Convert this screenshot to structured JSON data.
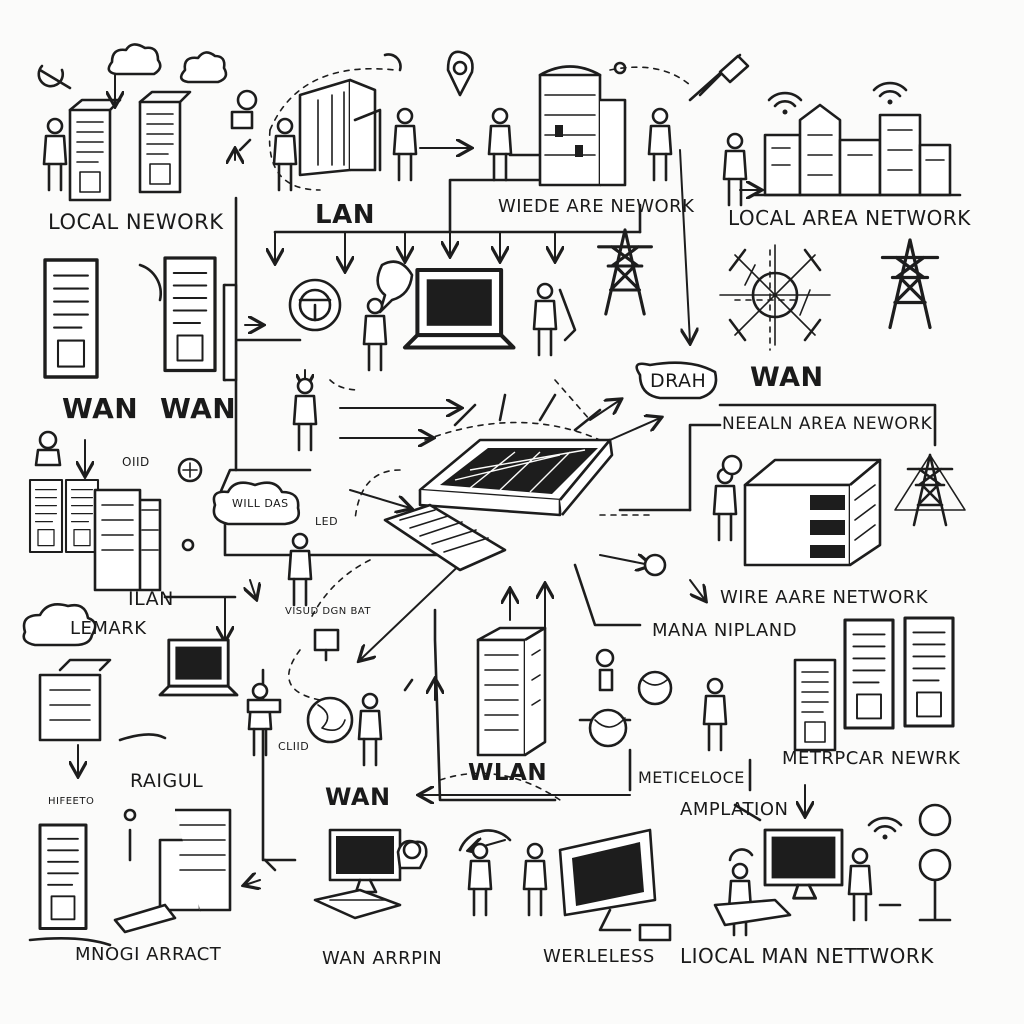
{
  "labels": {
    "local_nework": "LOCAL NEWORK",
    "lan_top": "LAN",
    "wiede_are_nework": "WIEDE ARE NEWORK",
    "local_area_network": "LOCAL AREA NETWORK",
    "wan_left_a": "WAN",
    "wan_left_b": "WAN",
    "drah": "DRAH",
    "wan_right": "WAN",
    "nealn_area_nework": "NEEALN AREA NEWORK",
    "will_das": "WILL DAS",
    "oiid": "OIID",
    "led": "LED",
    "ilan": "ILAN",
    "lemark": "LEMARK",
    "visud": "VISUD DGN BAT",
    "wire_aare_network": "WIRE AARE NETWORK",
    "mana_nipland": "MANA NIPLAND",
    "raigul": "RAIGUL",
    "cliid": "CLIID",
    "hifeeto": "HIFEETO",
    "wan_mid": "WAN",
    "wlan": "WLAN",
    "meticeloce": "METICELOCE",
    "metrpcar_newrk": "METRPCAR NEWRK",
    "amplation": "AMPLATION",
    "mnogi_arract": "MNOGI ARRACT",
    "wan_arrpin": "WAN ARRPIN",
    "werleless": "WERLELESS",
    "liocal_man_nettwork": "LIOCAL MAN NETTWORK"
  }
}
